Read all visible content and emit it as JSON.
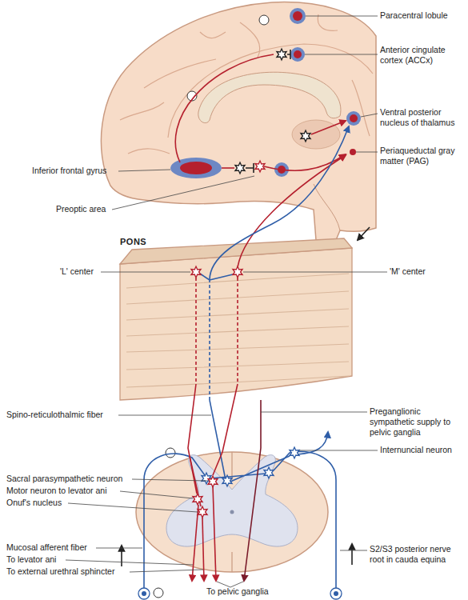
{
  "diagram": {
    "nodes": [
      {
        "text": [
          "PONS"
        ]
      }
    ],
    "labels": [
      "Paracentral lobule",
      "Anterior cingulate cortex (ACCx)",
      "Ventral posterior nucleus of thalamus",
      "Inferior frontal gyrus",
      "Periaqueductal gray matter (PAG)",
      "Preoptic area",
      "'L' center",
      "'M' center",
      "Spino-reticulothalmic fiber",
      "Preganglionic sympathetic supply to pelvic ganglia",
      "Internuncial neuron",
      "Sacral parasympathetic neuron",
      "Motor neuron to levator ani",
      "Onuf's nucleus",
      "Mucosal afferent fiber",
      "To levator ani",
      "To external urethral sphincter",
      "S2/S3 posterior nerve root in cauda equina",
      "To pelvic ganglia"
    ]
  }
}
